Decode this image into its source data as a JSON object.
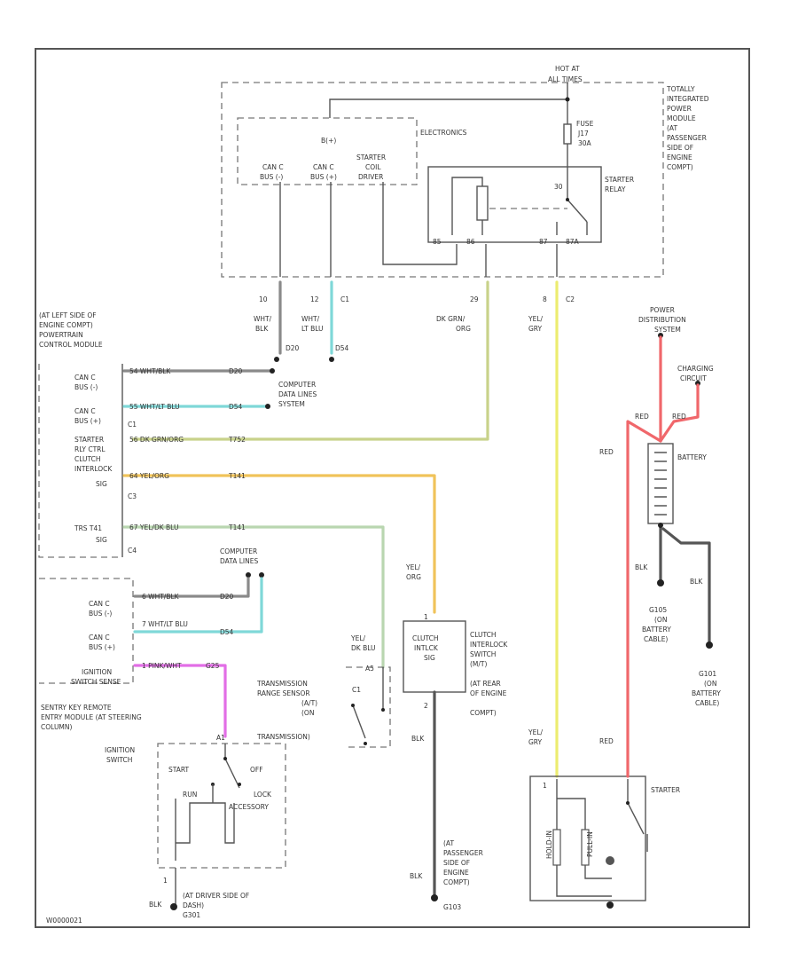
{
  "colors": {
    "gray": "#8a8a8a",
    "dark": "#555555",
    "teal": "#7fd8d8",
    "olive": "#c8d28a",
    "orange": "#f0c35a",
    "pale_green": "#b9d6b0",
    "yellow": "#ecec70",
    "pink": "#e26ee6",
    "red": "#f0676b"
  },
  "tipm": {
    "hot_at": "HOT AT",
    "all_times": "ALL TIMES",
    "module": [
      "TOTALLY",
      "INTEGRATED",
      "POWER",
      "MODULE",
      "(AT",
      "PASSENGER",
      "SIDE OF",
      "ENGINE",
      "COMPT)"
    ],
    "electronics": "ELECTRONICS",
    "bus": "B(+)",
    "can_c_bus_minus": [
      "CAN C",
      "BUS (-)"
    ],
    "can_c_bus_plus": [
      "CAN C",
      "BUS (+)"
    ],
    "starter_coil_driver": [
      "STARTER",
      "COIL",
      "DRIVER"
    ],
    "fuse": [
      "FUSE",
      "J17",
      "30A"
    ],
    "starter_relay": [
      "STARTER",
      "RELAY"
    ],
    "relay_pin_30": "30",
    "relay_pin_85": "85",
    "relay_pin_86": "86",
    "relay_pin_87": "87",
    "relay_pin_87a": "87A",
    "pin_10": "10",
    "pin_12": "12",
    "pin_29": "29",
    "pin_8": "8",
    "conn_c1": "C1",
    "conn_c2": "C2"
  },
  "wires": {
    "wht_blk": [
      "WHT/",
      "BLK"
    ],
    "wht_lt_blu": [
      "WHT/",
      "LT BLU"
    ],
    "dk_grn_org": [
      "DK GRN/",
      "ORG"
    ],
    "yel_gry": [
      "YEL/",
      "GRY"
    ],
    "d20": "D20",
    "d54": "D54",
    "yel_org": [
      "YEL/",
      "ORG"
    ],
    "yel_dk_blu": [
      "YEL/",
      "DK BLU"
    ],
    "blk": "BLK",
    "red": "RED"
  },
  "pcm": {
    "location": [
      "(AT LEFT SIDE OF",
      "ENGINE COMPT)",
      "POWERTRAIN",
      "CONTROL MODULE"
    ],
    "can_c_bus_minus": [
      "CAN C",
      "BUS (-)"
    ],
    "can_c_bus_plus": [
      "CAN C",
      "BUS (+)"
    ],
    "starter_rly_ctrl": [
      "STARTER",
      "RLY CTRL"
    ],
    "clutch_interlock_sig": [
      "CLUTCH",
      "INTERLOCK",
      "SIG"
    ],
    "trs_t41_sig": [
      "TRS T41",
      "SIG"
    ],
    "w1": "54 WHT/BLK",
    "w1_circ": "D20",
    "w2": "55 WHT/LT BLU",
    "w2_circ": "D54",
    "w3": "56 DK GRN/ORG",
    "w3_circ": "T752",
    "w4": "64 YEL/ORG",
    "w4_circ": "T141",
    "w5": "67 YEL/DK BLU",
    "w5_circ": "T141",
    "c1": "C1",
    "c3": "C3",
    "c4": "C4",
    "computer_data_lines": [
      "COMPUTER",
      "DATA LINES",
      "SYSTEM"
    ]
  },
  "skrm": {
    "computer_data_lines": [
      "COMPUTER",
      "DATA LINES"
    ],
    "can_c_bus_minus": [
      "CAN C",
      "BUS (-)"
    ],
    "can_c_bus_plus": [
      "CAN C",
      "BUS (+)"
    ],
    "ignition_switch_sense": [
      "IGNITION",
      "SWITCH SENSE"
    ],
    "w1": "6 WHT/BLK",
    "w1_circ": "D20",
    "w2": "7 WHT/LT BLU",
    "w2_circ": "D54",
    "w3": "1 PINK/WHT",
    "w3_circ": "G25",
    "location": [
      "SENTRY KEY REMOTE",
      "ENTRY MODULE (AT STEERING",
      "COLUMN)"
    ],
    "ignition_switch": [
      "IGNITION",
      "SWITCH"
    ],
    "start": "START",
    "run": "RUN",
    "off": "OFF",
    "lock": "LOCK",
    "accessory": "ACCESSORY",
    "pin_a1": "A1",
    "pin_1": "1",
    "ground_loc": [
      "(AT DRIVER SIDE OF",
      "DASH)"
    ],
    "ground_id": "G301"
  },
  "trs": {
    "name": [
      "TRANSMISSION",
      "RANGE SENSOR",
      "(A/T)",
      "(ON",
      "TRANSMISSION)"
    ],
    "c1": "C1",
    "pin_a5": "A5"
  },
  "clutch": {
    "box": [
      "CLUTCH",
      "INTLCK",
      "SIG"
    ],
    "name": [
      "CLUTCH",
      "INTERLOCK",
      "SWITCH",
      "(M/T)",
      "(AT REAR",
      "OF ENGINE",
      "COMPT)"
    ],
    "pin_1": "1",
    "pin_2": "2",
    "ground_loc": [
      "(AT",
      "PASSENGER",
      "SIDE OF",
      "ENGINE",
      "COMPT)"
    ],
    "ground_id": "G103"
  },
  "starter": {
    "name": "STARTER",
    "hold_in": "HOLD-IN",
    "pull_in": "PULL-IN",
    "pin_1": "1"
  },
  "power": {
    "distribution": [
      "POWER",
      "DISTRIBUTION",
      "SYSTEM"
    ],
    "charging": [
      "CHARGING",
      "CIRCUIT"
    ],
    "red1": "RED",
    "red2": "RED",
    "battery": "BATTERY",
    "g105": "G105",
    "g105_loc": [
      "(ON",
      "BATTERY",
      "CABLE)"
    ],
    "g101": "G101",
    "g101_loc": [
      "(ON",
      "BATTERY",
      "CABLE)"
    ]
  },
  "footer": {
    "id": "W0000021"
  }
}
